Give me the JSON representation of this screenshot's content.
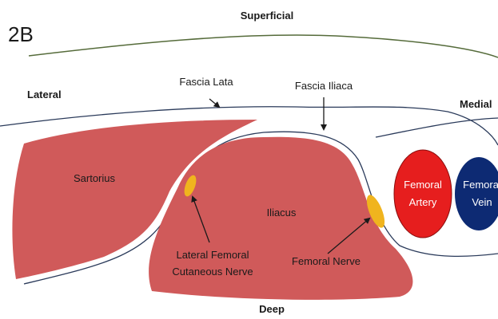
{
  "figure_label": "2B",
  "orientation": {
    "top": "Superficial",
    "bottom": "Deep",
    "left": "Lateral",
    "right": "Medial"
  },
  "fascia": {
    "lata": "Fascia Lata",
    "iliaca": "Fascia Iliaca"
  },
  "muscles": {
    "sartorius": "Sartorius",
    "iliacus": "Iliacus"
  },
  "vessels": {
    "artery_line1": "Femoral",
    "artery_line2": "Artery",
    "vein_line1": "Femoral",
    "vein_line2": "Vein"
  },
  "nerves": {
    "lfcn_line1": "Lateral Femoral",
    "lfcn_line2": "Cutaneous Nerve",
    "femoral": "Femoral Nerve"
  },
  "colors": {
    "muscle": "#d05a5a",
    "artery": "#e61e1e",
    "vein": "#0d2a73",
    "nerve": "#f0b41e",
    "outline": "#2a3a5a"
  }
}
